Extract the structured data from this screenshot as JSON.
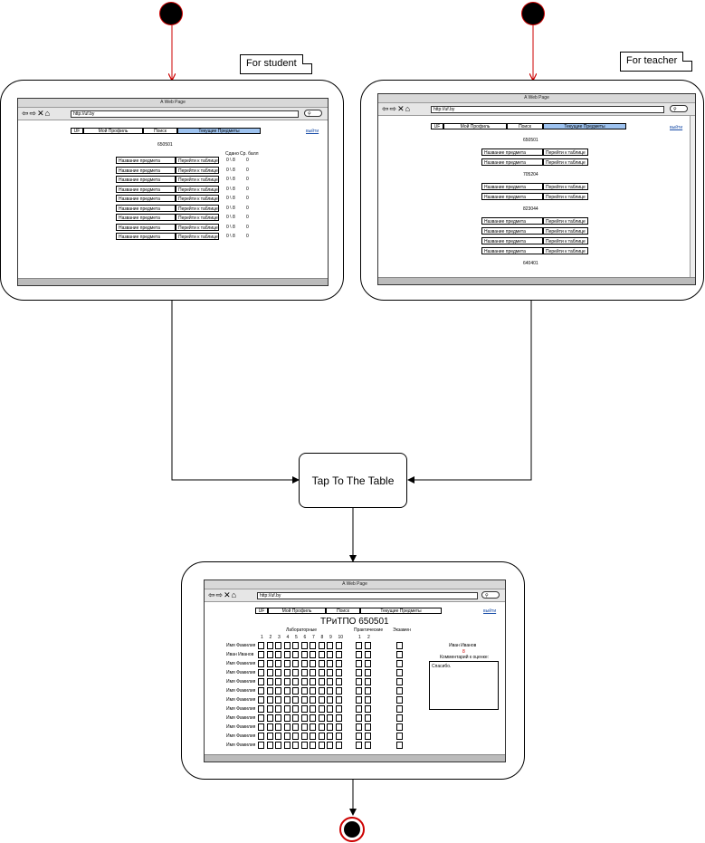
{
  "notes": {
    "student": "For student",
    "teacher": "For teacher"
  },
  "process": {
    "tap_label": "Tap To The Table"
  },
  "colors": {
    "start_node": "#000000",
    "start_ring": "#cc0000",
    "arrow_red": "#cc0000",
    "active_tab": "#9ec3f0"
  },
  "browser": {
    "title": "A Web Page",
    "url": "http://uf.by",
    "tabs": [
      "UF",
      "Мой Профиль",
      "Поиск",
      "Текущие Предметы"
    ],
    "logout": "выйти"
  },
  "student": {
    "group": "650501",
    "headers": [
      "Сдано",
      "Ср. балл"
    ],
    "subject_label": "Название предмета",
    "goto_label": "Перейти к таблице",
    "passed": "0 \\ 8",
    "avg": "0",
    "rows": 9
  },
  "teacher": {
    "groups": [
      {
        "name": "650501",
        "rows": 2
      },
      {
        "name": "705204",
        "rows": 2
      },
      {
        "name": "823044",
        "rows": 4
      },
      {
        "name": "640401",
        "rows": 0
      }
    ],
    "subject_label": "Название предмета",
    "goto_label": "Перейти к таблице"
  },
  "table": {
    "title": "ТРиТПО 650501",
    "sections": [
      "Лабораторные",
      "Практические",
      "Экзамен"
    ],
    "lab_numbers": [
      "1",
      "2",
      "3",
      "4",
      "5",
      "6",
      "7",
      "8",
      "9",
      "10"
    ],
    "practice_numbers": [
      "1",
      "2"
    ],
    "students": [
      "Имя Фамилия",
      "Иван Иванов",
      "Имя Фамилия",
      "Имя Фамилия",
      "Имя Фамилия",
      "Имя Фамилия",
      "Имя Фамилия",
      "Имя Фамилия",
      "Имя Фамилия",
      "Имя Фамилия",
      "Имя Фамилия",
      "Имя Фамилия"
    ],
    "selected_student": "Иван Иванов",
    "selected_mark": "8",
    "comment_label": "Комментарий к оценке:",
    "comment_text": "Спасибо."
  }
}
